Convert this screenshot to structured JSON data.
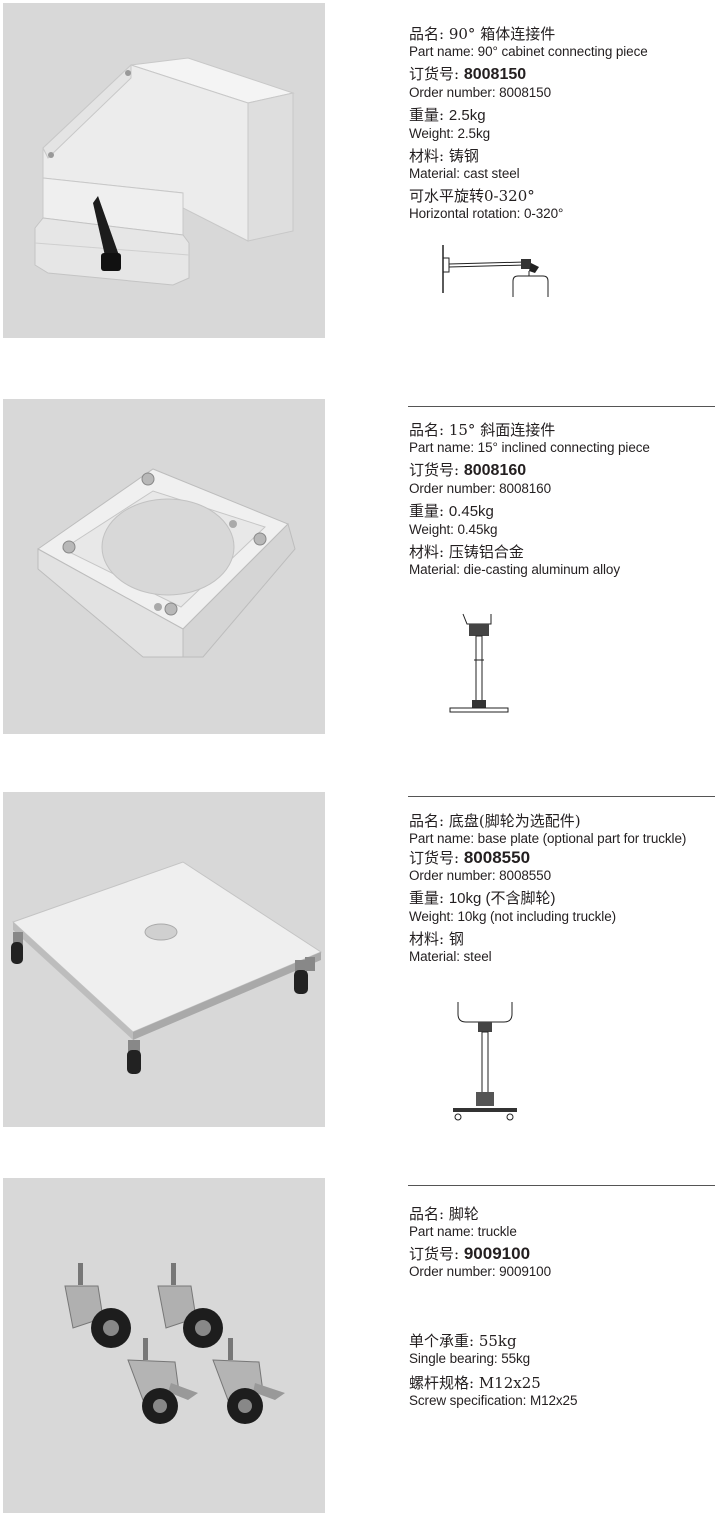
{
  "products": [
    {
      "name_cn_label": "品名:",
      "name_cn": "90° 箱体连接件",
      "name_en": "Part name: 90° cabinet connecting piece",
      "order_cn_label": "订货号:",
      "order_no": "8008150",
      "order_en": "Order number: 8008150",
      "weight_cn_label": "重量:",
      "weight_cn": "2.5kg",
      "weight_en": "Weight: 2.5kg",
      "material_cn": "材料: 铸钢",
      "material_en": "Material: cast steel",
      "rotation_cn": "可水平旋转0-320°",
      "rotation_en": "Horizontal rotation: 0-320°"
    },
    {
      "name_cn_label": "品名:",
      "name_cn": "15° 斜面连接件",
      "name_en": "Part name: 15° inclined connecting piece",
      "order_cn_label": "订货号:",
      "order_no": "8008160",
      "order_en": "Order number: 8008160",
      "weight_cn_label": "重量:",
      "weight_cn": "0.45kg",
      "weight_en": "Weight: 0.45kg",
      "material_cn": "材料: 压铸铝合金",
      "material_en": "Material: die-casting aluminum alloy"
    },
    {
      "name_cn_label": "品名:",
      "name_cn": "底盘(脚轮为选配件)",
      "name_en": "Part name: base plate (optional part for truckle)",
      "order_cn_label": "订货号:",
      "order_no": "8008550",
      "order_en": "Order number: 8008550",
      "weight_cn_label": "重量:",
      "weight_cn": "10kg (不含脚轮)",
      "weight_en": "Weight: 10kg (not including truckle)",
      "material_cn": "材料: 钢",
      "material_en": "Material: steel"
    },
    {
      "name_cn_label": "品名:",
      "name_cn": "脚轮",
      "name_en": "Part name: truckle",
      "order_cn_label": "订货号:",
      "order_no": "9009100",
      "order_en": "Order number: 9009100",
      "bearing_cn": "单个承重: 55kg",
      "bearing_en": "Single bearing: 55kg",
      "screw_cn": "螺杆规格: M12x25",
      "screw_en": "Screw specification: M12x25"
    }
  ],
  "colors": {
    "photo_bg": "#d8d8d8",
    "text": "#231f20",
    "rule": "#555555"
  }
}
